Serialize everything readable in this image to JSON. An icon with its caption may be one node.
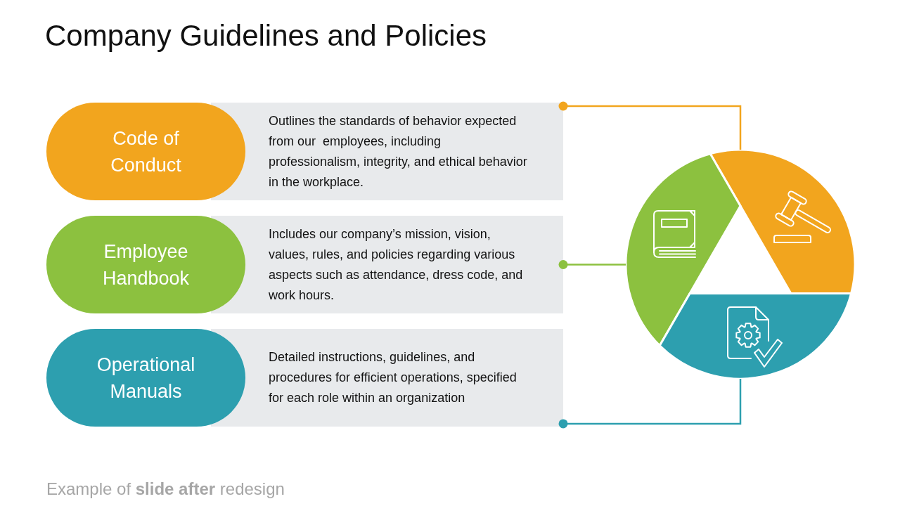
{
  "diagram": {
    "title": "Company Guidelines and Policies",
    "caption": "Example of **slide after** redesign",
    "nodes": [
      {
        "text": [
          "Code of Conduct"
        ]
      },
      {
        "text": [
          "Outlines the standards of behavior expected from our  employees, including professionalism, integrity, and ethical behavior in the workplace."
        ]
      },
      {
        "text": [
          "Employee Handbook"
        ]
      },
      {
        "text": [
          "Includes our company’s mission, vision, values, rules, and policies regarding various aspects such as attendance, dress code, and work hours."
        ]
      },
      {
        "text": [
          "Operational Manuals"
        ]
      },
      {
        "text": [
          "Detailed instructions, guidelines, and procedures for efficient operations, specified for each role within an organization"
        ]
      },
      {
        "text": [],
        "shape": "segment"
      },
      {
        "text": [],
        "shape": "segment"
      },
      {
        "text": [],
        "shape": "segment"
      }
    ],
    "edges": [
      {
        "from": 1,
        "to": 6,
        "arrow": "other",
        "color": "#f2a51e"
      },
      {
        "from": 3,
        "to": 7,
        "arrow": "other",
        "color": "#8cc13f"
      },
      {
        "from": 5,
        "to": 8,
        "arrow": "other",
        "color": "#2d9faf"
      }
    ]
  }
}
